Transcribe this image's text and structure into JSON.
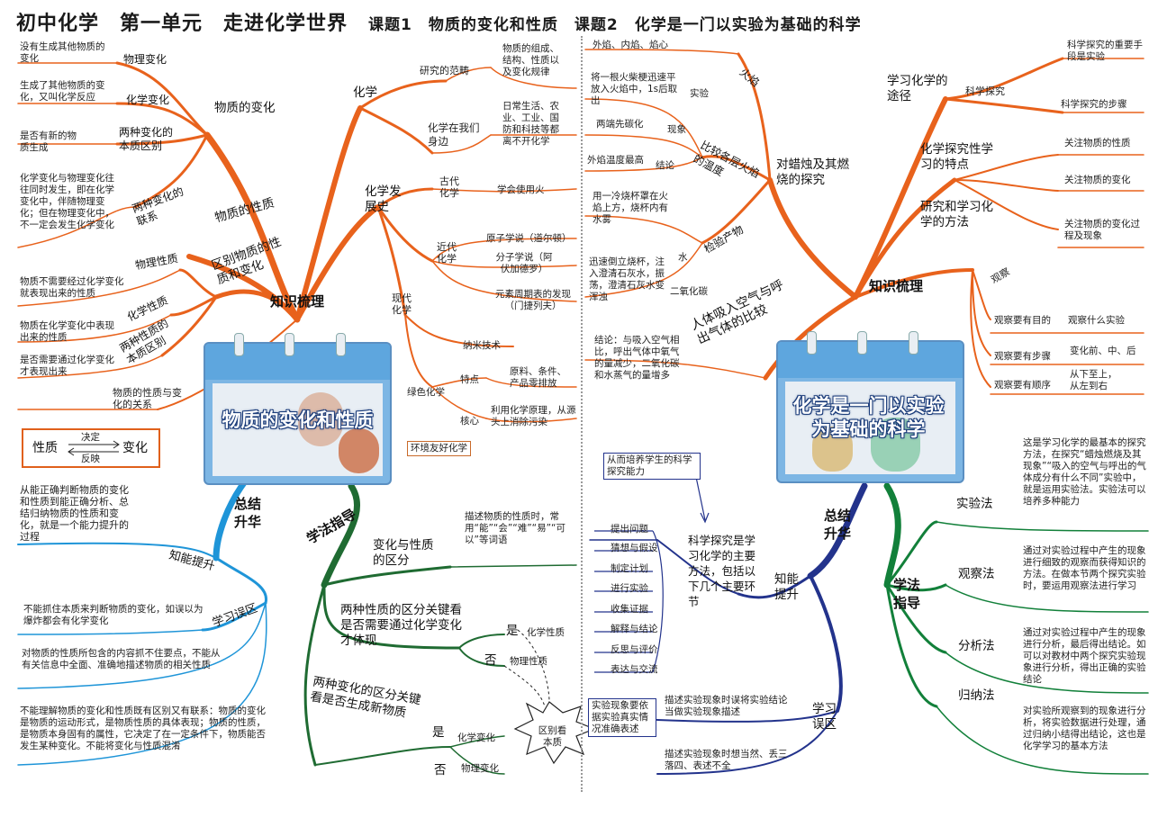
{
  "title": {
    "main": "初中化学　第一单元　走进化学世界",
    "sub": "课题1　物质的变化和性质　课题2　化学是一门以实验为基础的科学"
  },
  "left": {
    "change_matter": "物质的变化",
    "phys_change": "物理变化",
    "phys_def": "没有生成其他物质的变化",
    "chem_change": "化学变化",
    "chem_def": "生成了其他物质的变化，又叫化学反应",
    "diff": "两种变化的本质区别",
    "diff_def": "是否有新的物质生成",
    "link": "两种变化的联系",
    "link_def": "化学变化与物理变化往往同时发生，即在化学变化中，伴随物理变化；但在物理变化中，不一定会发生化学变化",
    "property": "物质的性质",
    "distinguish": "区别物质的性质和变化",
    "phys_prop": "物理性质",
    "phys_prop_def": "物质不需要经过化学变化就表现出来的性质",
    "chem_prop": "化学性质",
    "chem_prop_def": "物质在化学变化中表现出来的性质",
    "prop_diff": "两种性质的本质区别",
    "prop_diff_def": "是否需要通过化学变化才表现出来",
    "relation": "物质的性质与变化的关系",
    "rel_left": "性质",
    "rel_right": "变化",
    "rel_top": "决定",
    "rel_bottom": "反映",
    "knowledge": "知识梳理",
    "chemistry": "化学",
    "scope": "研究的范畴",
    "scope_def": "物质的组成、结构、性质以及变化规律",
    "around": "化学在我们身边",
    "around_def": "日常生活、农业、工业、国防和科技等都离不开化学",
    "history": "化学发展史",
    "ancient": "古代化学",
    "ancient_def": "学会使用火",
    "modern_near": "近代化学",
    "atom": "原子学说（道尔顿）",
    "molecule": "分子学说（阿伏加德罗）",
    "periodic": "元素周期表的发现（门捷列夫）",
    "modern": "现代化学",
    "nano": "纳米技术",
    "green": "绿色化学",
    "feature": "特点",
    "feature_def": "原料、条件、产品零排放",
    "core": "核心",
    "core_def": "利用化学原理，从源头上消除污染",
    "green_tag": "环境友好化学",
    "calendar": "物质的变化和性质",
    "summary": "总结升华",
    "ability": "知能提升",
    "ability_def": "从能正确判断物质的变化和性质到能正确分析、总结归纳物质的性质和变化，就是一个能力提升的过程",
    "mistake": "学习误区",
    "mistake1": "不能抓住本质来判断物质的变化，如误以为爆炸都会有化学变化",
    "mistake2": "对物质的性质所包含的内容抓不住要点，不能从有关信息中全面、准确地描述物质的相关性质",
    "mistake3": "不能理解物质的变化和性质既有区别又有联系：物质的变化是物质的运动形式，是物质性质的具体表现；物质的性质，是物质本身固有的属性，它决定了在一定条件下，物质能否发生某种变化。不能将变化与性质混淆",
    "method": "学法指导",
    "m1": "变化与性质的区分",
    "m1_def": "描述物质的性质时，常用“能”“会”“难”“易”“可以”等词语",
    "m2": "两种性质的区分关键看是否需要通过化学变化才体现",
    "yes": "是",
    "no": "否",
    "chem_prop_short": "化学性质",
    "phys_prop_short": "物理性质",
    "m3": "两种变化的区分关键看是否生成新物质",
    "chem_change_short": "化学变化",
    "phys_change_short": "物理变化",
    "distinguish_essence": "区别看本质"
  },
  "right": {
    "flame": "火焰",
    "flame_parts": "外焰、内焰、焰心",
    "experiment": "实验",
    "exp_def": "将一根火柴梗迅速平放入火焰中，1s后取出",
    "phenomenon": "现象",
    "phen_def": "两端先碳化",
    "conclusion": "结论",
    "conc_def": "外焰温度最高",
    "compare_temp": "比较各层火焰的温度",
    "candle": "对蜡烛及其燃烧的探究",
    "water": "水",
    "water_def": "用一冷烧杯罩在火焰上方，烧杯内有水雾",
    "test_product": "检验产物",
    "co2": "二氧化碳",
    "co2_def": "迅速倒立烧杯，注入澄清石灰水，振荡，澄清石灰水变浑浊",
    "breath": "人体吸入空气与呼出气体的比较",
    "breath_def": "结论：与吸入空气相比，呼出气体中氧气的量减少，二氧化碳和水蒸气的量增多",
    "way": "学习化学的途径",
    "inquiry": "科学探究",
    "inquiry1": "科学探究的重要手段是实验",
    "inquiry2": "科学探究的步骤",
    "features": "化学探究性学习的特点",
    "f1": "关注物质的性质",
    "f2": "关注物质的变化",
    "f3": "关注物质的变化过程及现象",
    "research": "研究和学习化学的方法",
    "knowledge": "知识梳理",
    "observe": "观察",
    "o1": "观察要有目的",
    "o1d": "观察什么实验",
    "o2": "观察要有步骤",
    "o2d": "变化前、中、后",
    "o3": "观察要有顺序",
    "o3d": "从下至上，从左到右",
    "calendar": "化学是一门以实验为基础的科学",
    "ability_tag": "从而培养学生的科学探究能力",
    "steps": [
      "提出问题",
      "猜想与假设",
      "制定计划",
      "进行实验",
      "收集证据",
      "解释与结论",
      "反思与评价",
      "表达与交流"
    ],
    "inquiry_def": "科学探究是学习化学的主要方法，包括以下几个主要环节",
    "ability": "知能提升",
    "summary": "总结升华",
    "mistake": "学习误区",
    "mistake_box": "实验现象要依据实验真实情况准确表述",
    "mistake1": "描述实验现象时误将实验结论当做实验现象描述",
    "mistake2": "描述实验现象时想当然、丢三落四、表述不全",
    "method": "学法指导",
    "exp_method": "实验法",
    "exp_method_def": "这是学习化学的最基本的探究方法，在探究“蜡烛燃烧及其现象”“吸入的空气与呼出的气体成分有什么不同”实验中，就是运用实验法。实验法可以培养多种能力",
    "obs_method": "观察法",
    "obs_method_def": "通过对实验过程中产生的现象进行细致的观察而获得知识的方法。在做本节两个探究实验时，要运用观察法进行学习",
    "ana_method": "分析法",
    "ana_method_def": "通过对实验过程中产生的现象进行分析，最后得出结论。如可以对教材中两个探究实验现象进行分析，得出正确的实验结论",
    "ind_method": "归纳法",
    "ind_method_def": "对实验所观察到的现象进行分析，将实验数据进行处理，通过归纳小结得出结论，这也是化学学习的基本方法"
  },
  "colors": {
    "orange": "#e8621c",
    "blue": "#1f95d8",
    "green": "#1f6b32",
    "navy": "#23338c",
    "dgreen": "#12803a"
  }
}
